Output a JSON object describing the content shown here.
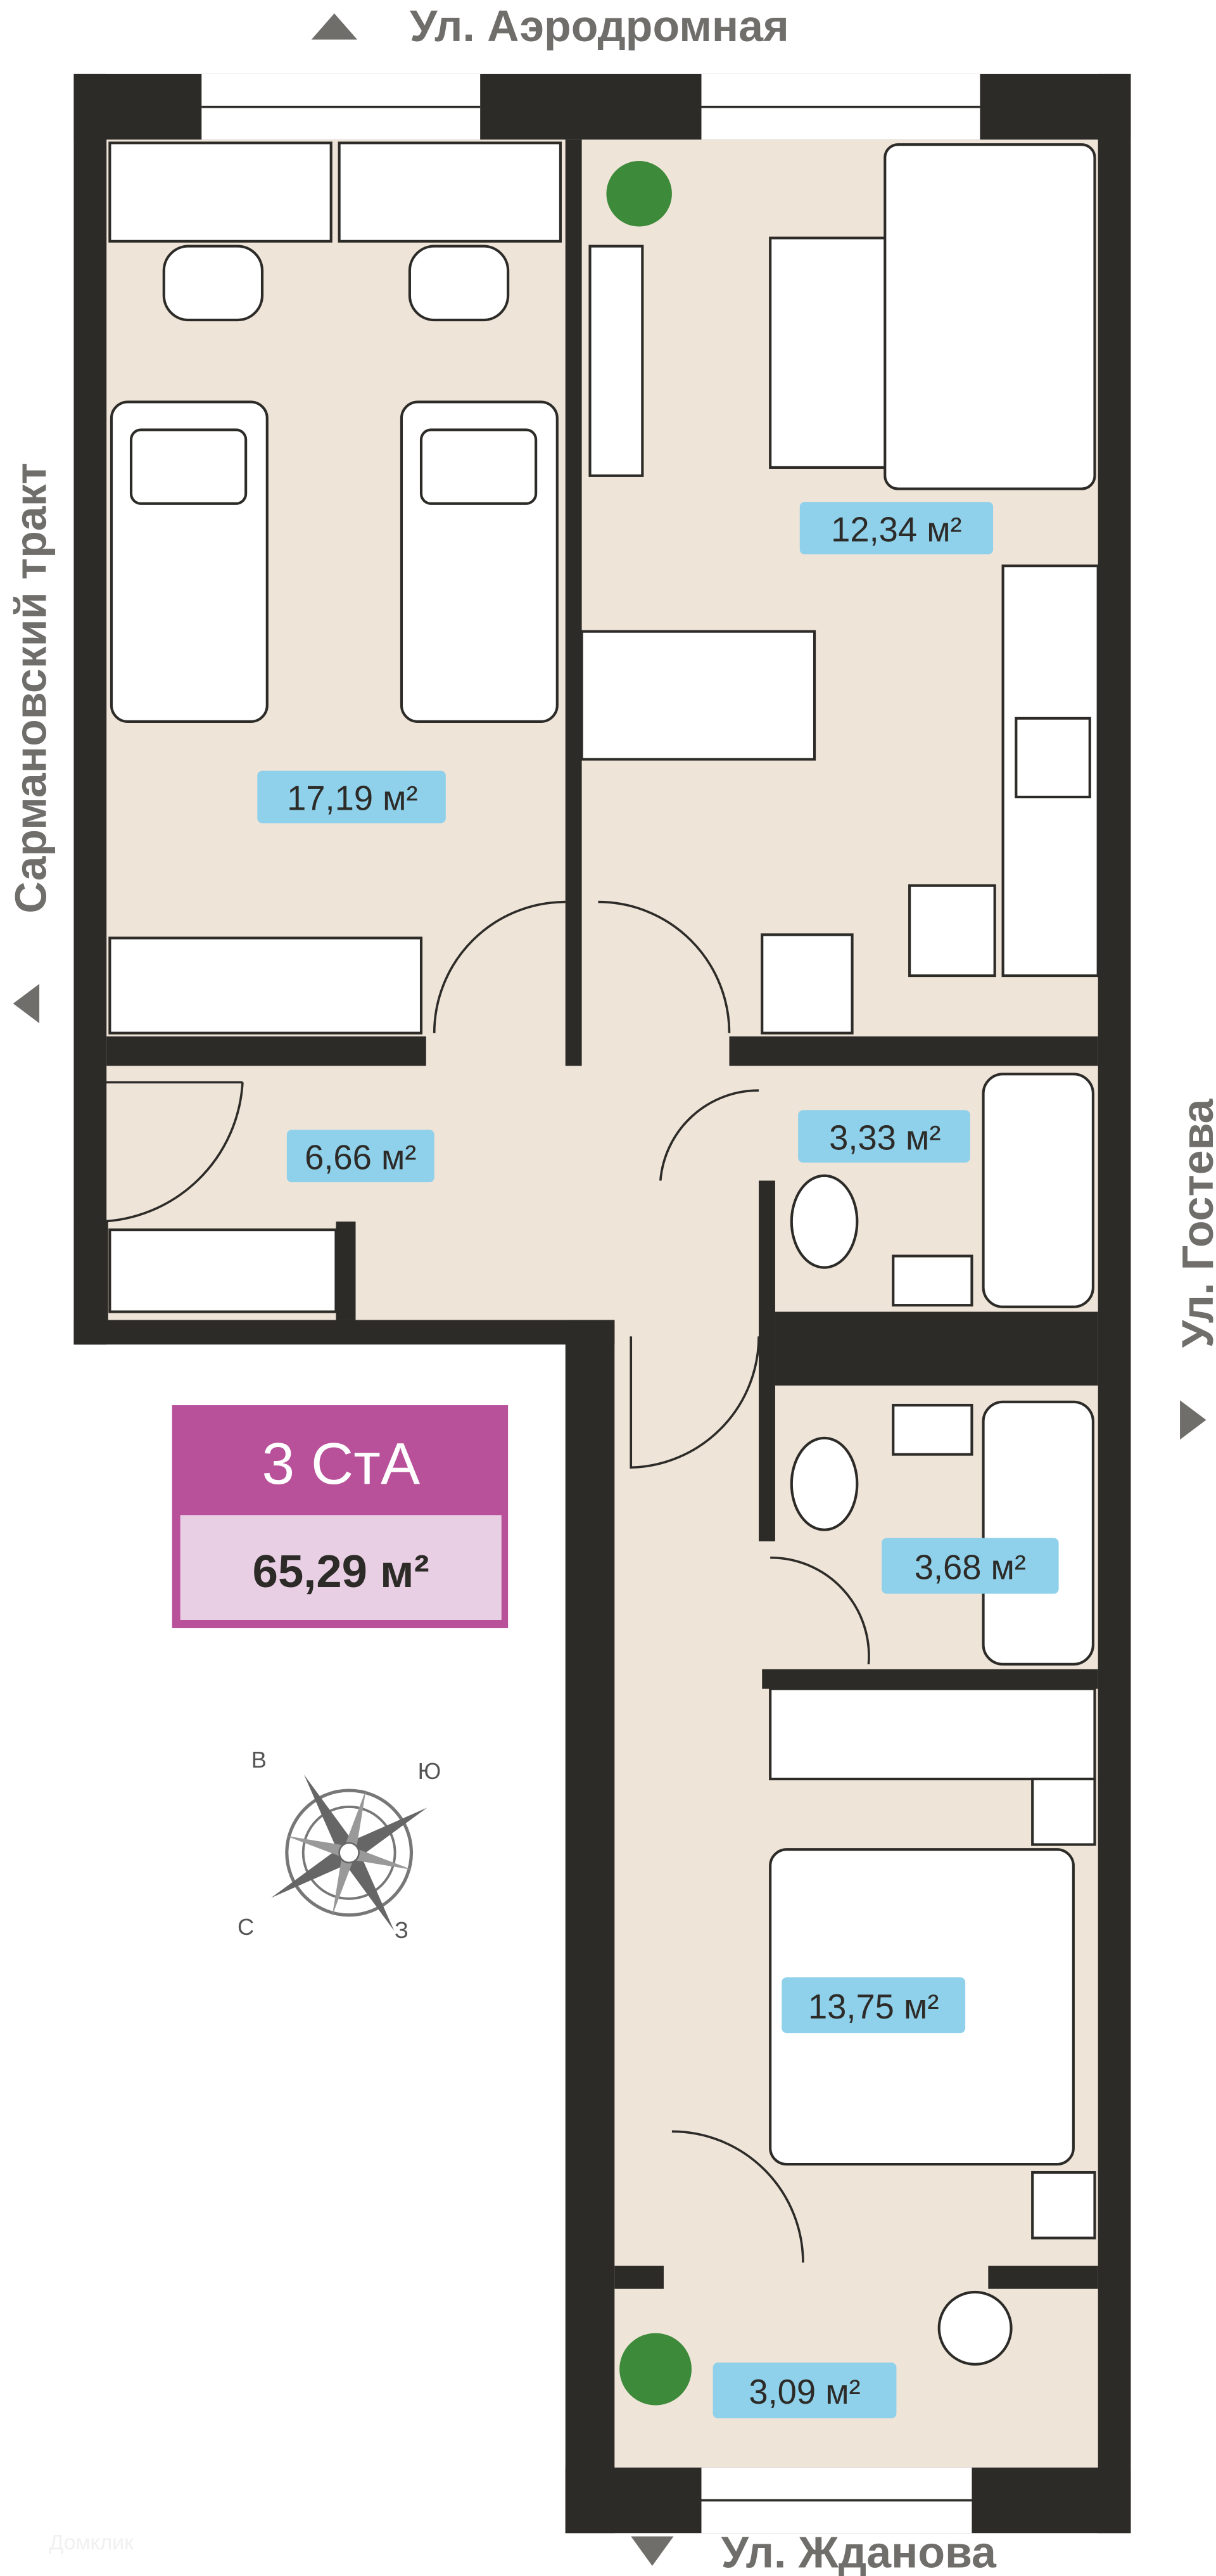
{
  "streets": {
    "top": "Ул. Аэродромная",
    "left": "Сармановский тракт",
    "right": "Ул. Гостева",
    "bottom": "Ул. Жданова"
  },
  "rooms": [
    {
      "name": "bedroom-1",
      "area": "17,19 м²"
    },
    {
      "name": "kitchen-living",
      "area": "12,34 м²"
    },
    {
      "name": "hallway",
      "area": "6,66 м²"
    },
    {
      "name": "bathroom-1",
      "area": "3,33 м²"
    },
    {
      "name": "bathroom-2",
      "area": "3,68 м²"
    },
    {
      "name": "bedroom-2",
      "area": "13,75 м²"
    },
    {
      "name": "balcony",
      "area": "3,09 м²"
    }
  ],
  "badge": {
    "type": "3 СтА",
    "total_area": "65,29 м²",
    "colors": {
      "top": "#b8509a",
      "bottom": "#e8cfe4"
    }
  },
  "compass": {
    "east": "В",
    "south": "Ю",
    "north": "С",
    "west": "З"
  },
  "watermark": "Домклик"
}
